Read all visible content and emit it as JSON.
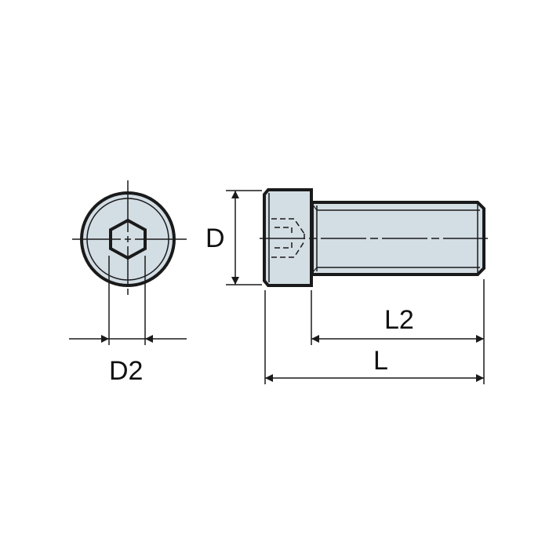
{
  "drawing": {
    "subject": "Socket head cap screw",
    "views": [
      "end-view",
      "side-view"
    ],
    "colors": {
      "fill": "#d3dde4",
      "outline": "#1a1a1a",
      "background": "#ffffff"
    }
  },
  "dimensions": {
    "D": {
      "label": "D",
      "meaning": "head diameter"
    },
    "D2": {
      "label": "D2",
      "meaning": "hex socket size"
    },
    "L2": {
      "label": "L2",
      "meaning": "thread length"
    },
    "L": {
      "label": "L",
      "meaning": "overall length"
    }
  }
}
